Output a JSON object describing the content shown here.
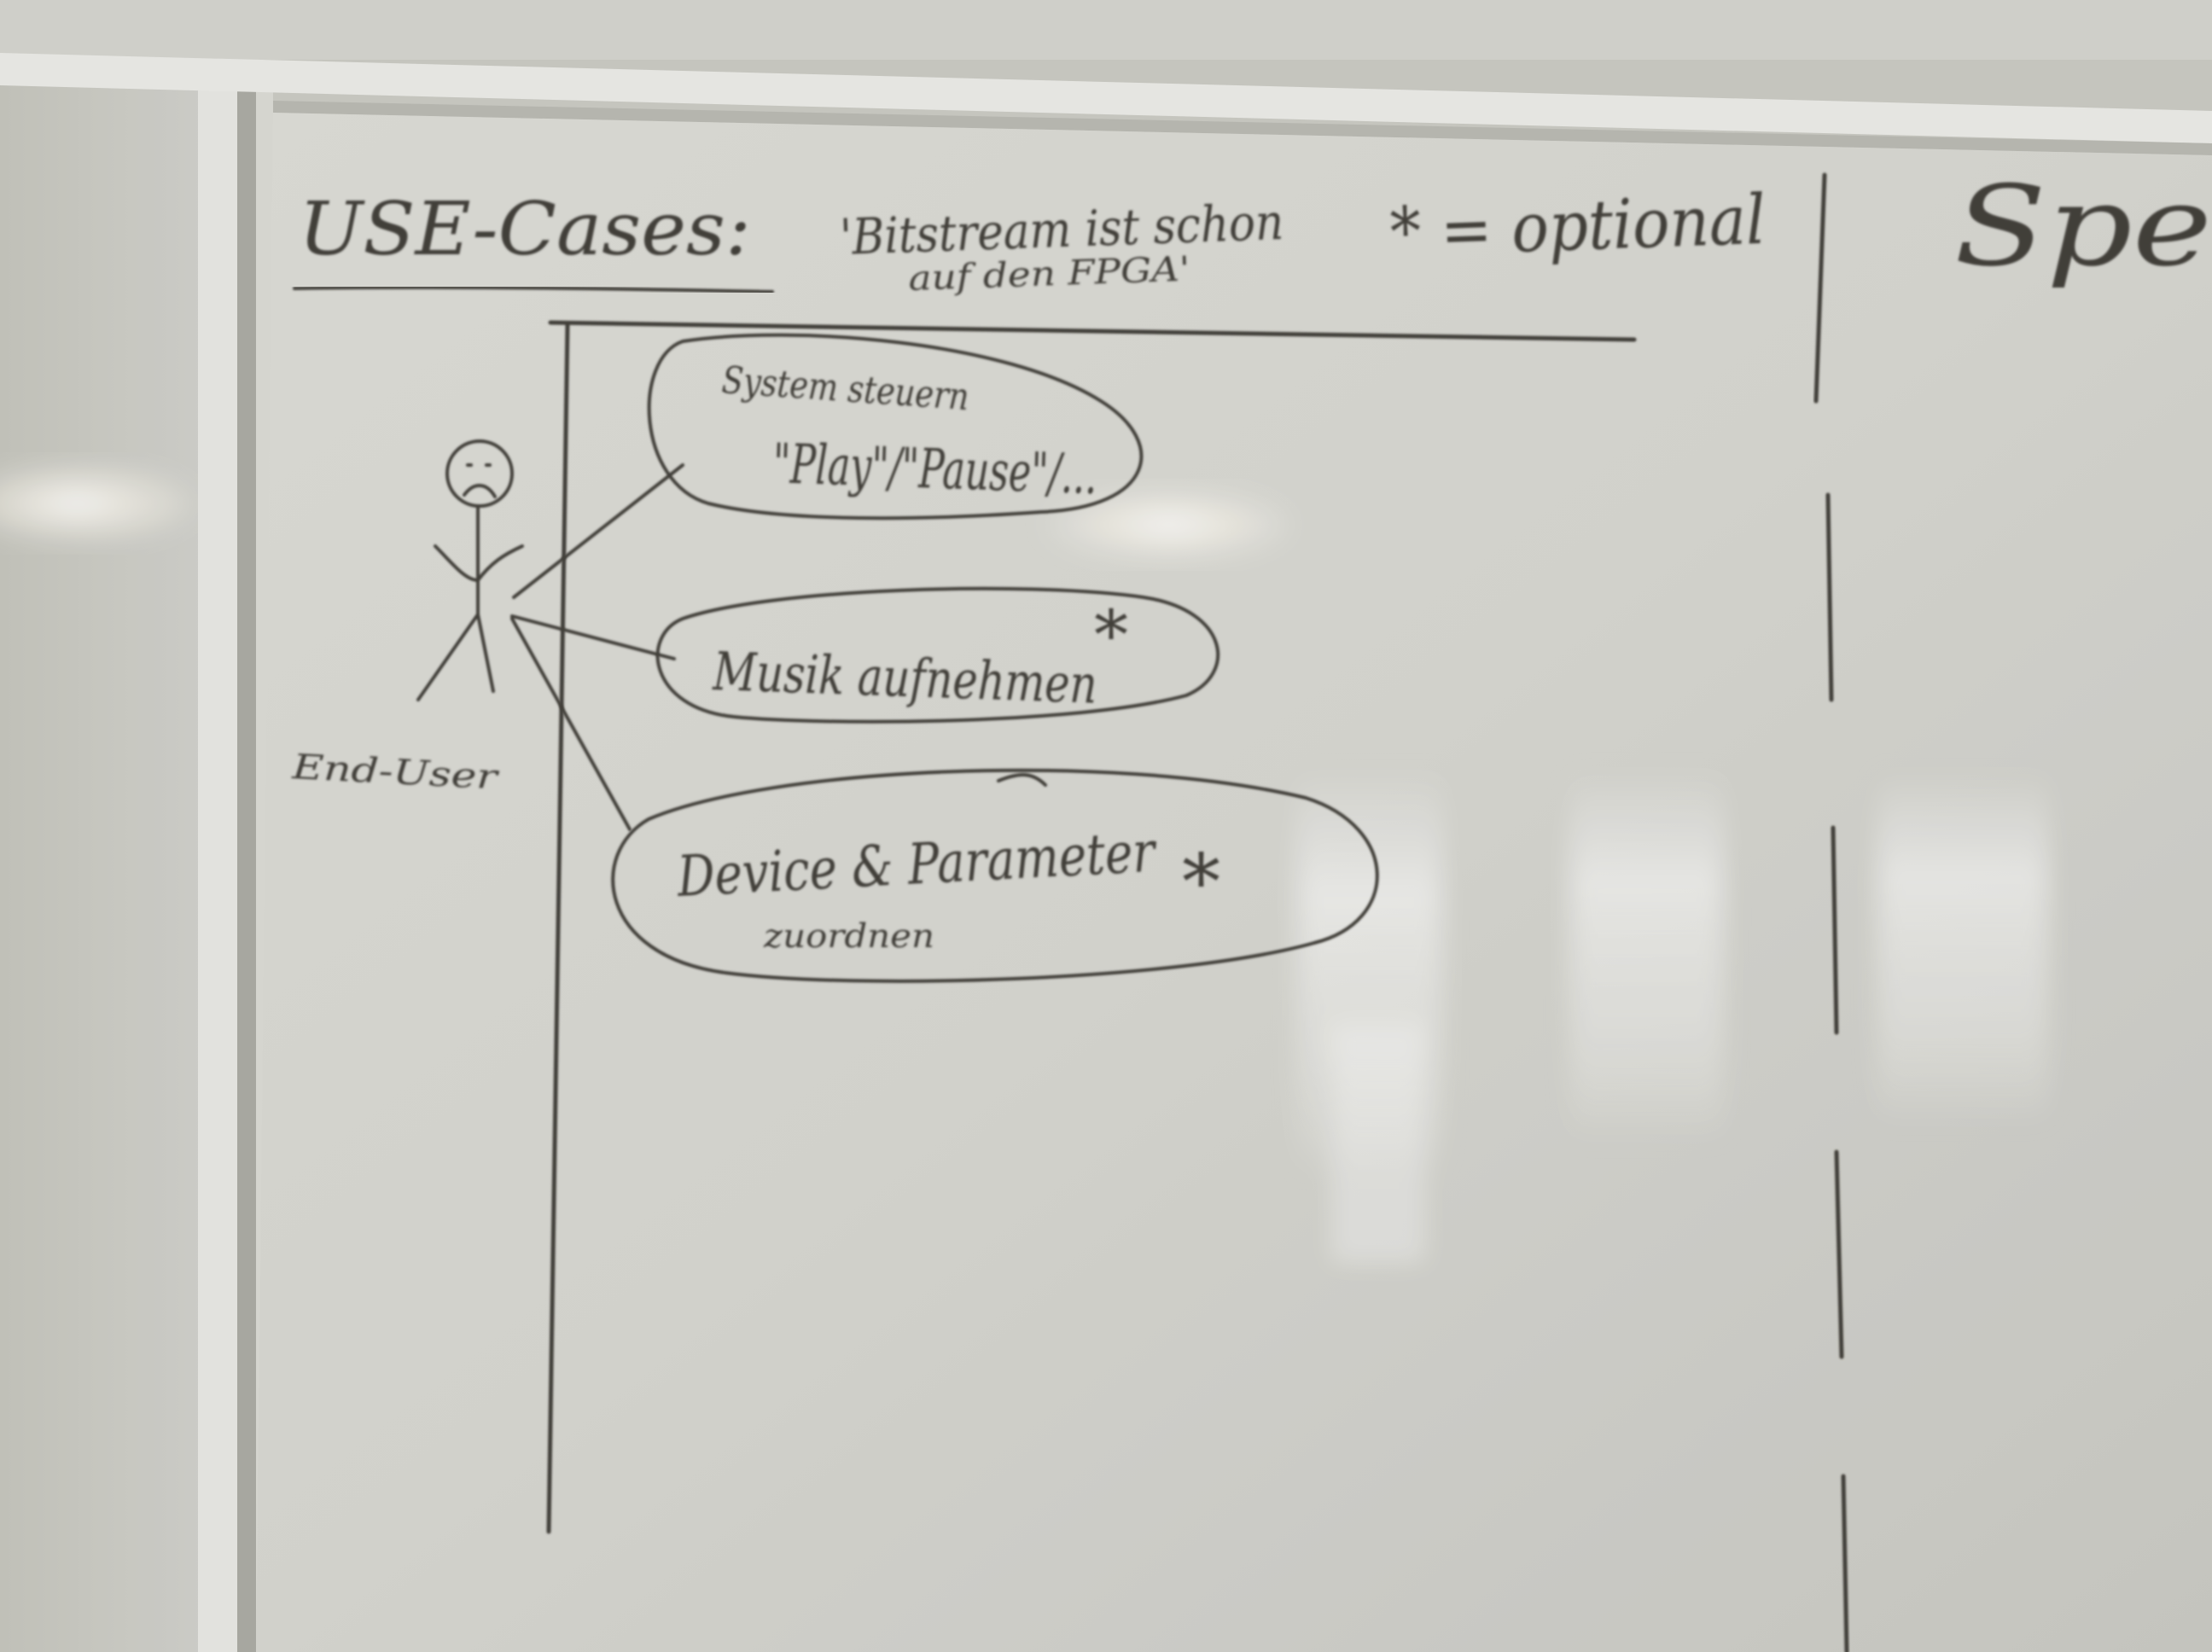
{
  "board": {
    "title": "USE-Cases:",
    "note_line1": "'Bitstream ist schon",
    "note_line2": "auf den FPGA'",
    "legend": "* = optional",
    "right_panel_heading": "Spe"
  },
  "actor": {
    "label": "End-User"
  },
  "use_cases": [
    {
      "line1": "System steuern",
      "line2": "\"Play\"/\"Pause\"/...",
      "optional": false
    },
    {
      "line1": "Musik aufnehmen",
      "marker": "*",
      "optional": true
    },
    {
      "line1": "Device & Parameter",
      "line2": "zuordnen",
      "marker": "*",
      "optional": true
    }
  ],
  "colors": {
    "ink": "#3c3a34",
    "board": "#d8d8d2",
    "frame": "#e6e6e2",
    "wall": "#bdbdb5"
  }
}
